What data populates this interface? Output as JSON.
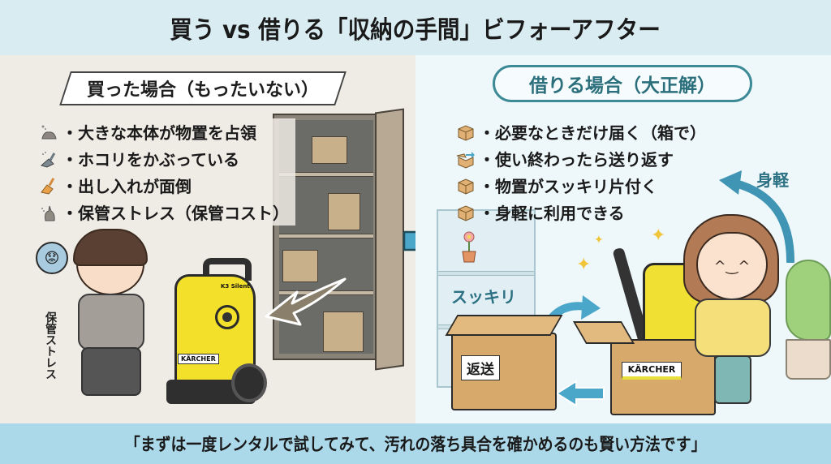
{
  "header": {
    "title": "買う vs 借りる「収納の手間」ビフォーアフター",
    "bg_color": "#d9ecf2"
  },
  "left_panel": {
    "title": "買った場合（もったいない）",
    "bg_color": "#efebe5",
    "items": [
      {
        "icon": "dust-pile-icon",
        "label": "・大きな本体が物置を占領"
      },
      {
        "icon": "dustpan-icon",
        "label": "・ホコリをかぶっている"
      },
      {
        "icon": "broom-icon",
        "label": "・出し入れが面倒"
      },
      {
        "icon": "dusty-bag-icon",
        "label": "・保管ストレス（保管コスト）"
      }
    ],
    "illustration": {
      "worried_bubble": "😟",
      "stress_label": "保管ストレス",
      "washer_brand": "KÄRCHER",
      "washer_model": "K3 Silent"
    }
  },
  "right_panel": {
    "title": "借りる場合（大正解）",
    "bg_color": "#eef8fb",
    "accent_color": "#3b8a96",
    "items": [
      {
        "icon": "box-icon",
        "label": "・必要なときだけ届く（箱で）"
      },
      {
        "icon": "open-box-arrow-icon",
        "label": "・使い終わったら送り返す"
      },
      {
        "icon": "box-icon",
        "label": "・物置がスッキリ片付く"
      },
      {
        "icon": "box-icon",
        "label": "・身軽に利用できる"
      }
    ],
    "illustration": {
      "shelf_label": "スッキリ",
      "return_box_label": "返送",
      "delivery_box_brand": "KÄRCHER",
      "mikaru_label": "身軽",
      "girl_face": "^‿^"
    }
  },
  "footer": {
    "text": "「まずは一度レンタルで試してみて、汚れの落ち具合を確かめるのも賢い方法です」",
    "bg_color": "#acd9ea"
  }
}
